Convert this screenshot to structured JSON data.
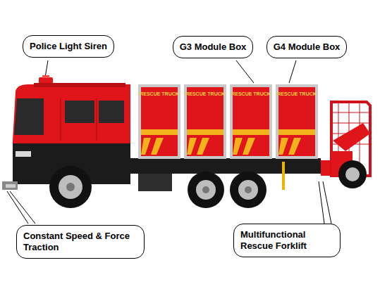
{
  "diagram": {
    "nodes": [
      {
        "text": [
          "Police Light Siren"
        ]
      },
      {
        "text": [
          "G3 Module Box"
        ]
      },
      {
        "text": [
          "G4 Module Box"
        ]
      },
      {
        "text": [
          "Constant Speed & Force Traction"
        ]
      },
      {
        "text": [
          "Multifunctional Rescue Forklift"
        ]
      }
    ],
    "labels": [
      "RESCUE TRUCK",
      "RESCUE TRUCK",
      "RESCUE TRUCK",
      "RESCUE TRUCK"
    ]
  }
}
